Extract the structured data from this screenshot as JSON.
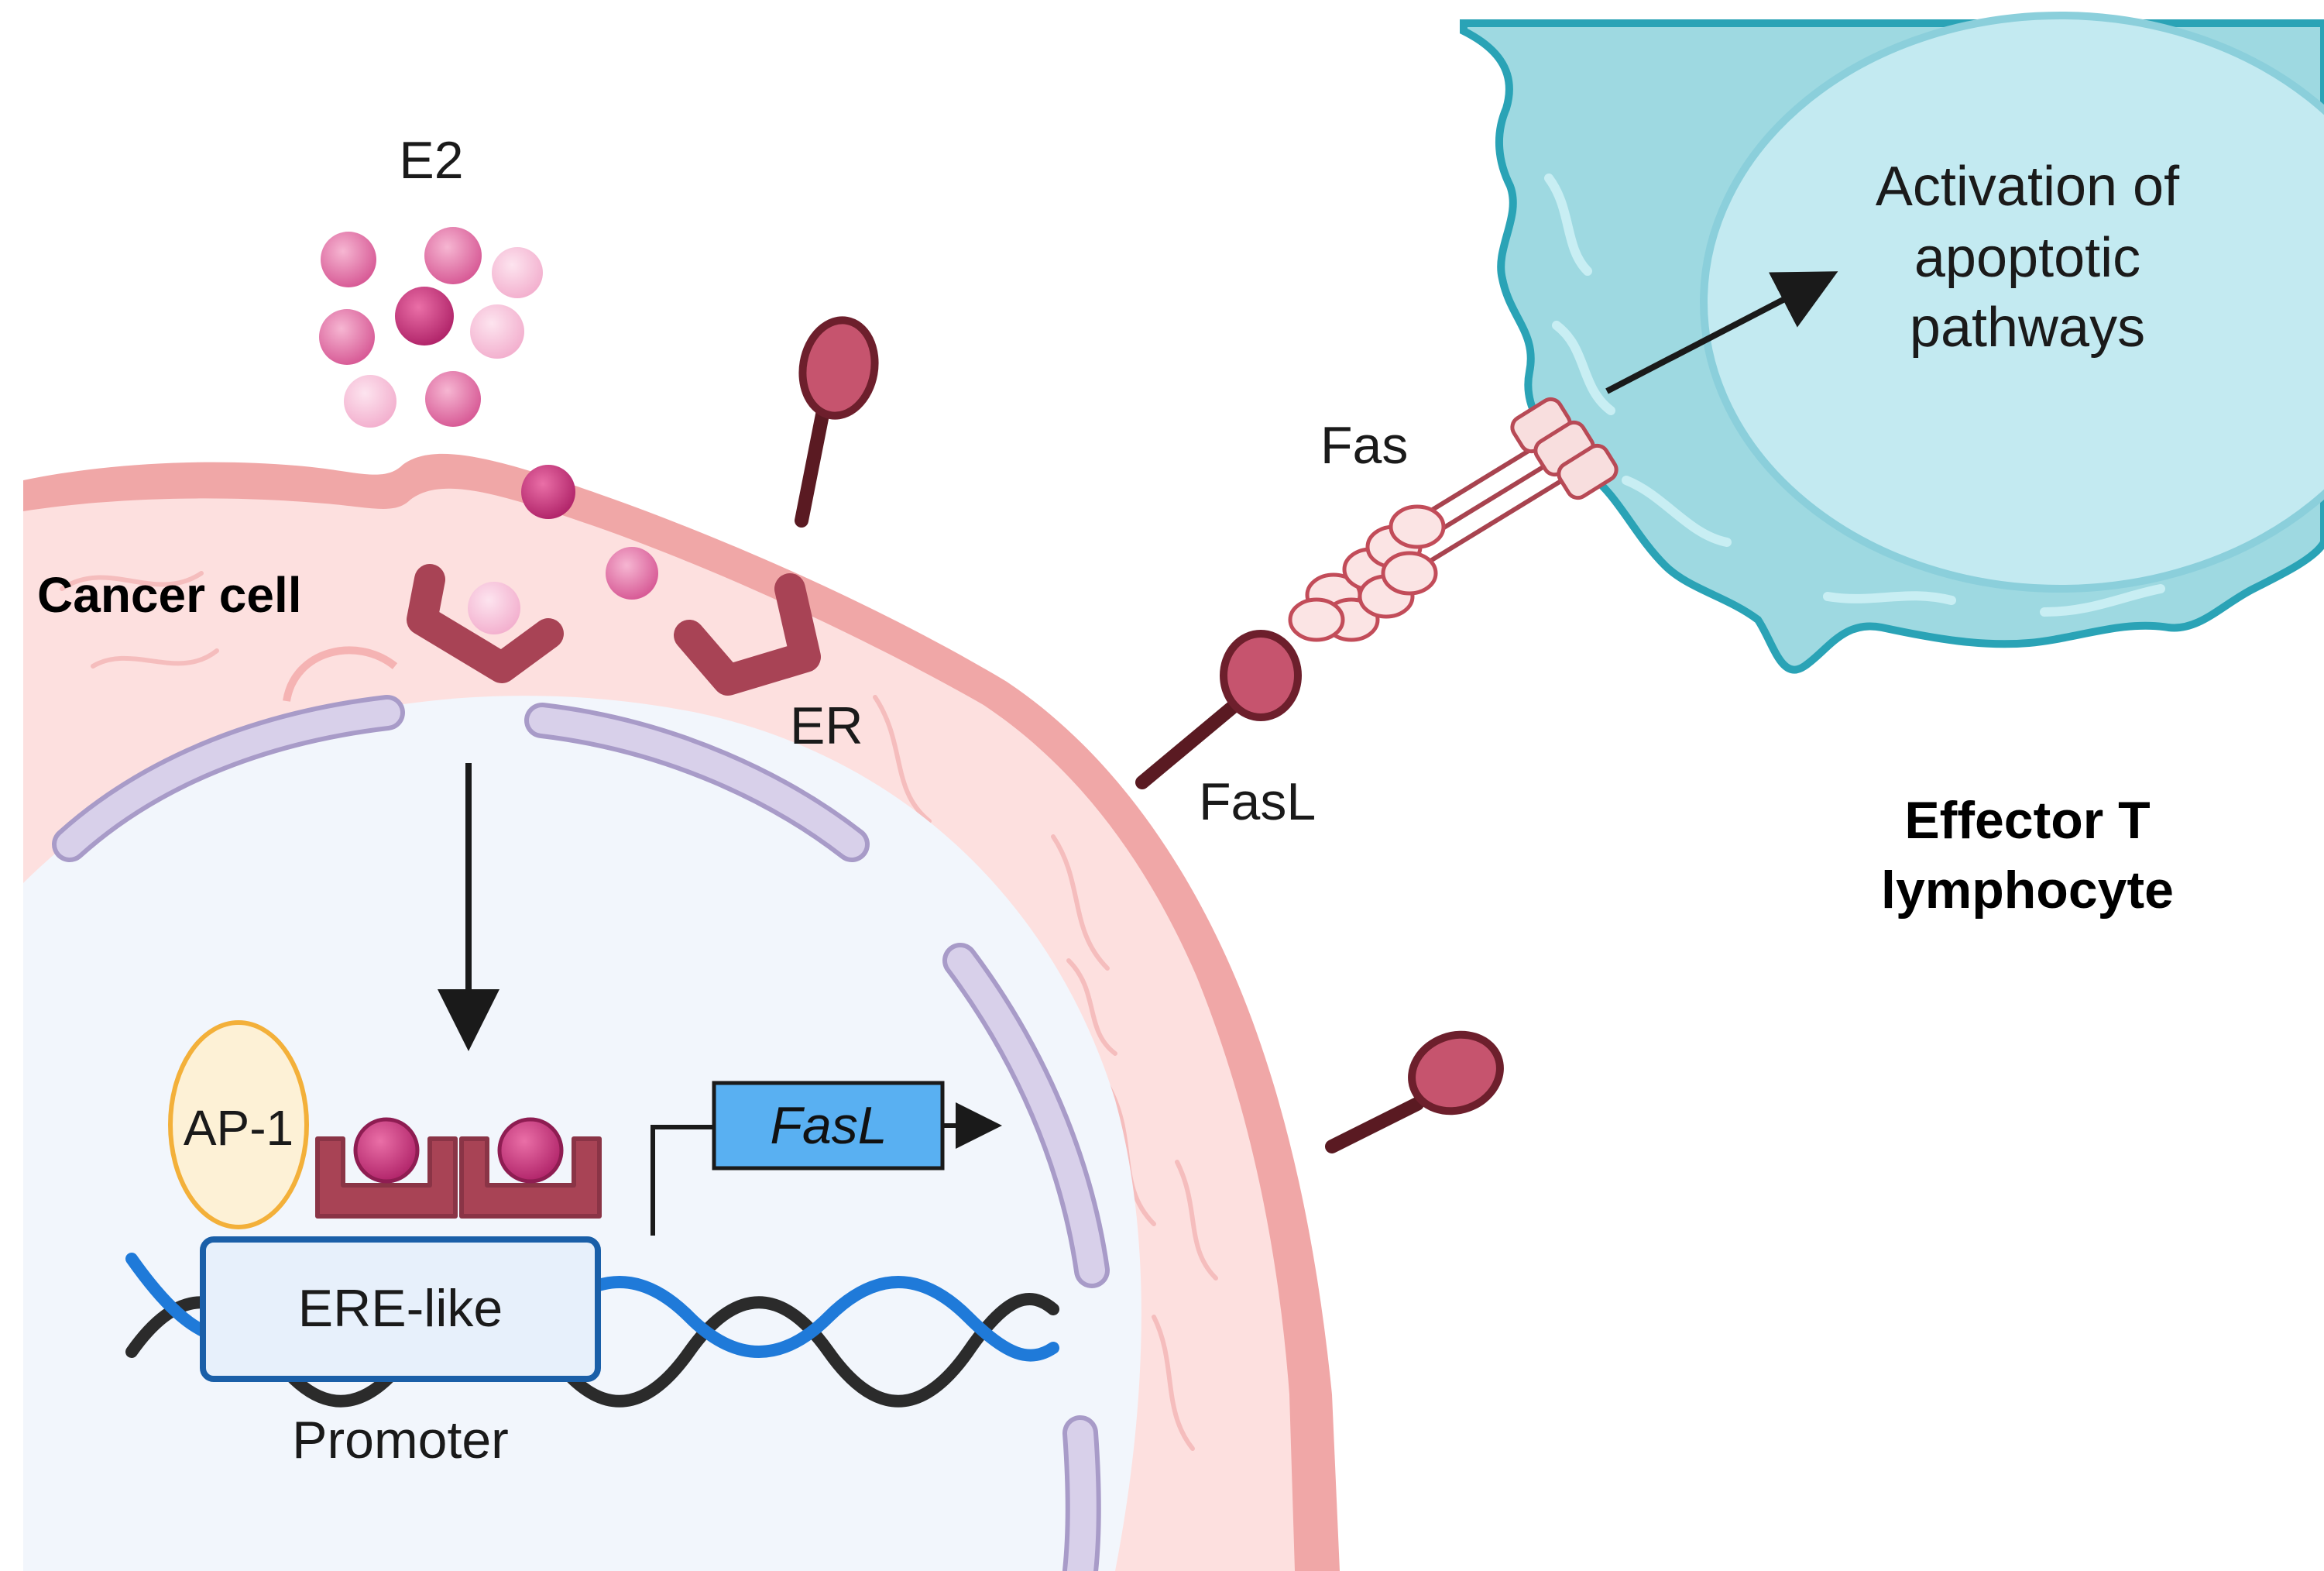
{
  "labels": {
    "e2": "E2",
    "cancer_cell": "Cancer cell",
    "er": "ER",
    "ap1": "AP-1",
    "ere_like": "ERE-like",
    "promoter": "Promoter",
    "fasl_gene": "FasL",
    "fasl_ligand": "FasL",
    "fas": "Fas",
    "activation": [
      "Activation of",
      "apoptotic",
      "pathways"
    ],
    "effector": [
      "Effector T",
      "lymphocyte"
    ]
  },
  "colors": {
    "e2_molecule": "#d85c97",
    "membrane": "#f0a7a7",
    "cytoplasm": "#fde0df",
    "nucleus": "#f2f6fc",
    "nuclear_envelope": "#cfc6e2",
    "receptor": "#a84355",
    "ligand_head": "#c6546e",
    "t_cell": "#9ed9e1",
    "t_cell_nucleus": "#c3eaf1",
    "fas_receptor": "#f6c8ca",
    "gene_box": "#59b0f2",
    "dna_blue": "#1f7ad9",
    "dna_dark": "#2b2b2b"
  }
}
